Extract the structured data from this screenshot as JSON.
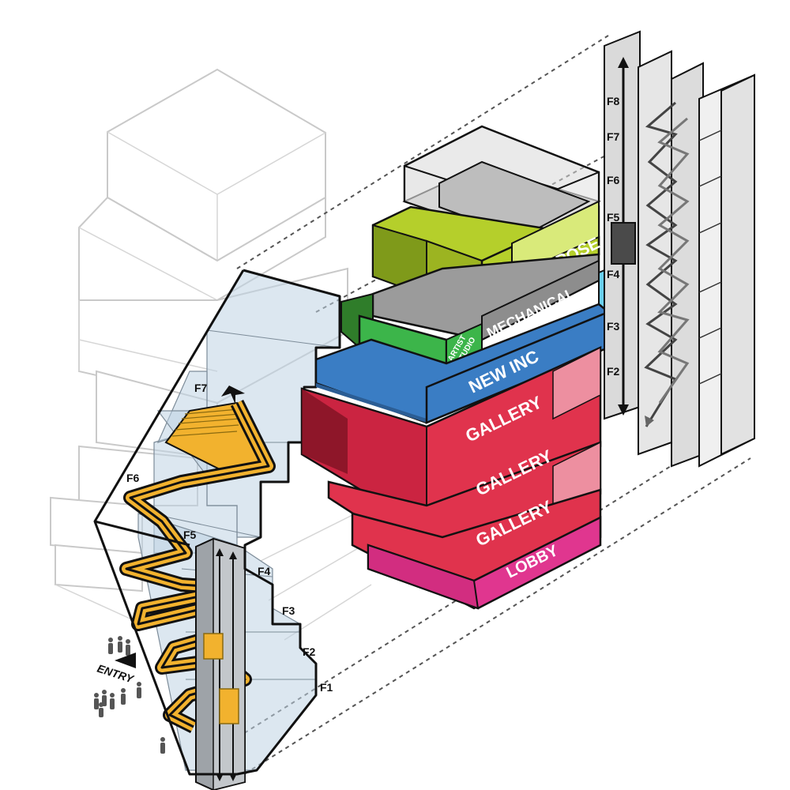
{
  "diagram": {
    "program_labels": {
      "multipurpose": "MULTIPURPOSE",
      "mechanical": "MECHANICAL",
      "artist_studio_line1": "ARTIST",
      "artist_studio_line2": "STUDIO",
      "new_inc": "NEW INC",
      "gallery_upper": "GALLERY",
      "gallery_middle": "GALLERY",
      "gallery_lower": "GALLERY",
      "lobby": "LOBBY"
    },
    "section_floor_labels": {
      "f1": "F1",
      "f2": "F2",
      "f3": "F3",
      "f4": "F4",
      "f5": "F5",
      "f6": "F6",
      "f7": "F7"
    },
    "core_floor_labels": {
      "f2": "F2",
      "f3": "F3",
      "f4": "F4",
      "f5": "F5",
      "f6": "F6",
      "f7": "F7",
      "f8": "F8"
    },
    "entry_label": "ENTRY",
    "colors": {
      "multipurpose": "#b5cf2b",
      "mechanical": "#9b9b9b",
      "artist_studio": "#3cb54a",
      "new_inc": "#3a7dc4",
      "gallery": "#e0334d",
      "lobby": "#e0368f",
      "circulation": "#f2b22e",
      "glass": "#bfd3e3"
    }
  }
}
